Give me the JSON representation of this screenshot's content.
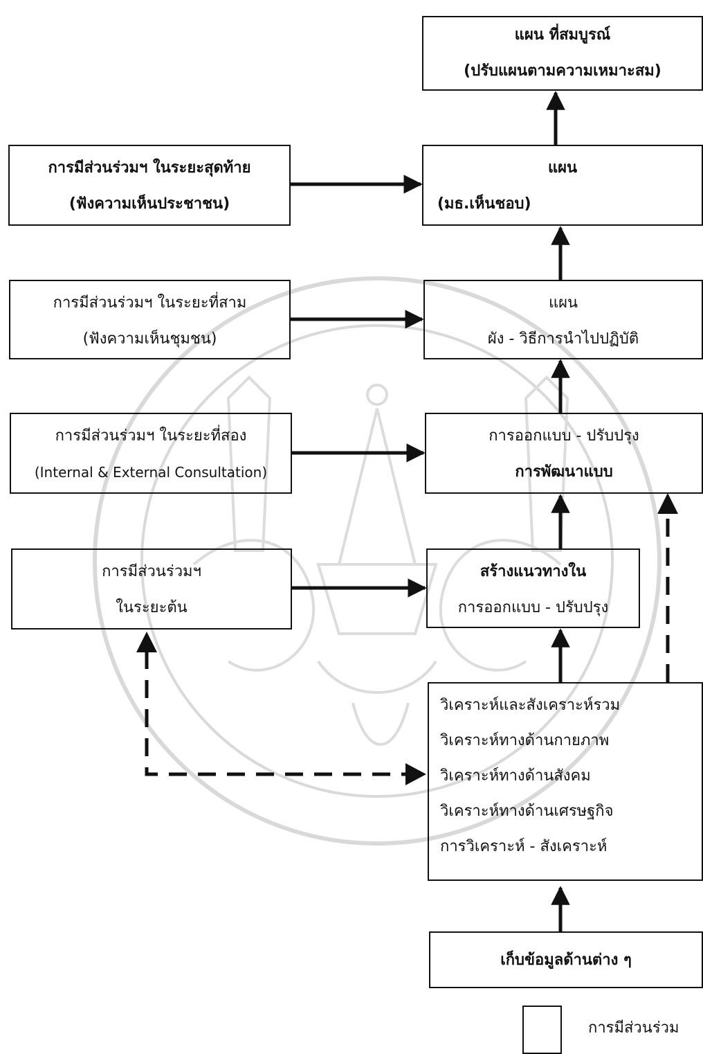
{
  "diagram": {
    "final_plan": [
      "แผน ที่สมบูรณ์",
      "(ปรับแผนตามความเหมาะสม)"
    ],
    "plan_approve": [
      "แผน",
      "(มธ.เห็นชอบ)"
    ],
    "plan_implementation": [
      "แผน",
      "ผัง - วิธีการนำไปปฏิบัติ"
    ],
    "design_develop": [
      "การออกแบบ - ปรับปรุง",
      "การพัฒนาแบบ"
    ],
    "guideline": [
      "สร้างแนวทางใน",
      "การออกแบบ - ปรับปรุง"
    ],
    "analysis": [
      "วิเคราะห์และสังเคราะห์รวม",
      "วิเคราะห์ทางด้านกายภาพ",
      "วิเคราะห์ทางด้านสังคม",
      "วิเคราะห์ทางด้านเศรษฐกิจ",
      "การวิเคราะห์ - สังเคราะห์"
    ],
    "data_collection": [
      "เก็บข้อมูลด้านต่าง ๆ"
    ],
    "participation_final": [
      "การมีส่วนร่วมฯ ในระยะสุดท้าย",
      "(ฟังความเห็นประชาชน)"
    ],
    "participation_third": [
      "การมีส่วนร่วมฯ ในระยะที่สาม",
      "(ฟังความเห็นชุมชน)"
    ],
    "participation_second": [
      "การมีส่วนร่วมฯ ในระยะที่สอง",
      "(Internal & External Consultation)"
    ],
    "participation_initial": [
      "การมีส่วนร่วมฯ",
      "ในระยะต้น"
    ]
  },
  "legend": {
    "label": "การมีส่วนร่วม"
  },
  "colors": {
    "line": "#111111",
    "watermark": "#d9d9d9"
  }
}
